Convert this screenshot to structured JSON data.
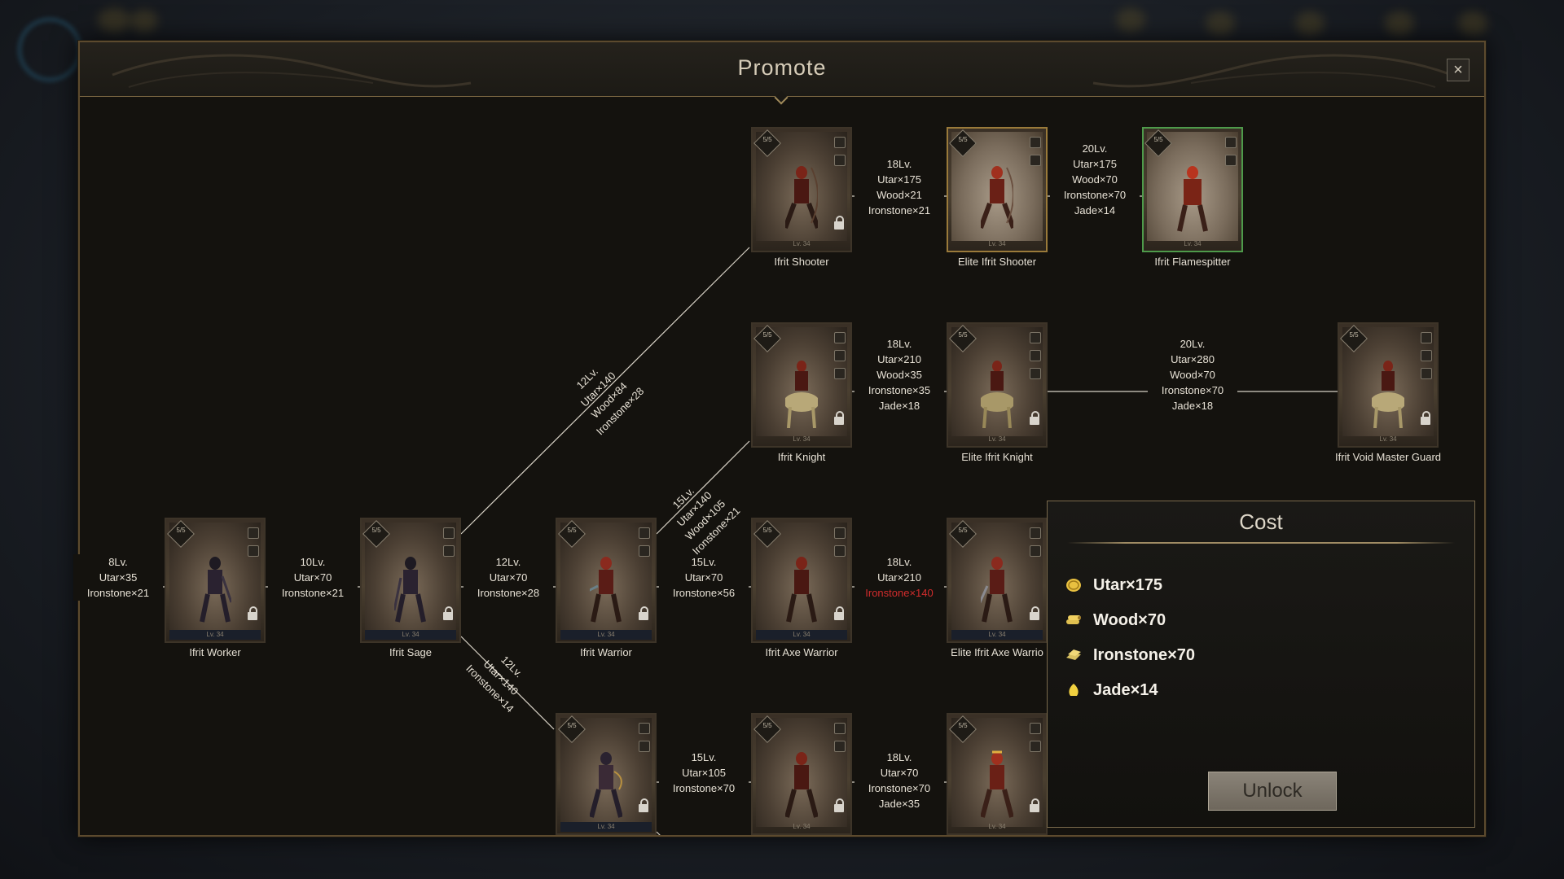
{
  "window": {
    "title": "Promote",
    "close_label": "×"
  },
  "card_common": {
    "star_badge": "5/5",
    "level": "Lv. 34"
  },
  "units": {
    "ifrit_worker": {
      "name": "Ifrit Worker"
    },
    "ifrit_sage": {
      "name": "Ifrit Sage"
    },
    "ifrit_warrior": {
      "name": "Ifrit Warrior"
    },
    "ifrit_axe_warrior": {
      "name": "Ifrit Axe Warrior"
    },
    "elite_ifrit_axe_warrior": {
      "name": "Elite Ifrit Axe Warrio"
    },
    "ifrit_shooter": {
      "name": "Ifrit Shooter"
    },
    "elite_ifrit_shooter": {
      "name": "Elite Ifrit Shooter"
    },
    "ifrit_flamespitter": {
      "name": "Ifrit Flamespitter"
    },
    "ifrit_knight": {
      "name": "Ifrit Knight"
    },
    "elite_ifrit_knight": {
      "name": "Elite Ifrit Knight"
    },
    "ifrit_void_master_guard": {
      "name": "Ifrit Void Master Guard"
    }
  },
  "requirements": {
    "to_worker": [
      "8Lv.",
      "Utar×35",
      "Ironstone×21"
    ],
    "worker_to_sage": [
      "10Lv.",
      "Utar×70",
      "Ironstone×21"
    ],
    "sage_to_warrior": [
      "12Lv.",
      "Utar×70",
      "Ironstone×28"
    ],
    "warrior_to_axe": [
      "15Lv.",
      "Utar×70",
      "Ironstone×56"
    ],
    "axe_to_elite_axe": [
      "18Lv.",
      "Utar×210",
      "Ironstone×140"
    ],
    "shooter_to_elite": [
      "18Lv.",
      "Utar×175",
      "Wood×21",
      "Ironstone×21"
    ],
    "elite_shooter_to_flame": [
      "20Lv.",
      "Utar×175",
      "Wood×70",
      "Ironstone×70",
      "Jade×14"
    ],
    "knight_to_elite": [
      "18Lv.",
      "Utar×210",
      "Wood×35",
      "Ironstone×35",
      "Jade×18"
    ],
    "elite_knight_to_void": [
      "20Lv.",
      "Utar×280",
      "Wood×70",
      "Ironstone×70",
      "Jade×18"
    ],
    "sage_to_shooter": [
      "12Lv.",
      "Utar×140",
      "Wood×84",
      "Ironstone×28"
    ],
    "warrior_to_knight": [
      "15Lv.",
      "Utar×140",
      "Wood×105",
      "Ironstone×21"
    ],
    "sage_to_lower": [
      "12Lv.",
      "Utar×140",
      "Ironstone×14"
    ],
    "lower1_to_lower2": [
      "15Lv.",
      "Utar×105",
      "Ironstone×70"
    ],
    "lower2_to_lower3": [
      "18Lv.",
      "Utar×70",
      "Ironstone×70",
      "Jade×35"
    ]
  },
  "cost_panel": {
    "title": "Cost",
    "items": [
      {
        "label": "Utar×175",
        "icon": "utar-coin-icon",
        "color": "#e8c040"
      },
      {
        "label": "Wood×70",
        "icon": "wood-icon",
        "color": "#e0c050"
      },
      {
        "label": "Ironstone×70",
        "icon": "ironstone-icon",
        "color": "#d8c060"
      },
      {
        "label": "Jade×14",
        "icon": "jade-icon",
        "color": "#f0d040"
      }
    ],
    "unlock_label": "Unlock"
  },
  "colors": {
    "insufficient": "#d02c2c",
    "accent": "#a08c64"
  }
}
